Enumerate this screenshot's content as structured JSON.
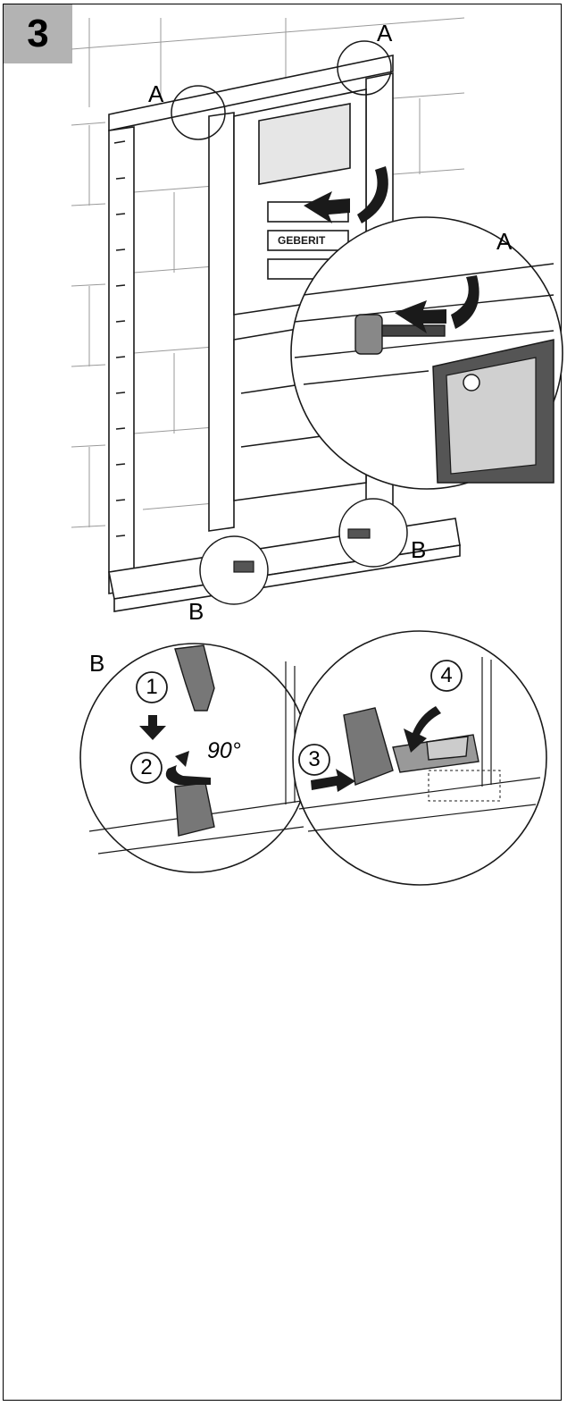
{
  "step": {
    "number": "3"
  },
  "overview": {
    "callout_a_top_left": "A",
    "callout_a_top_right": "A",
    "callout_a_detail": "A",
    "callout_b_right": "B",
    "callout_b_bottom": "B",
    "brand": "GEBERIT"
  },
  "detail_b": {
    "label": "B",
    "steps": [
      "1",
      "2",
      "3",
      "4"
    ],
    "rotation": "90°"
  }
}
